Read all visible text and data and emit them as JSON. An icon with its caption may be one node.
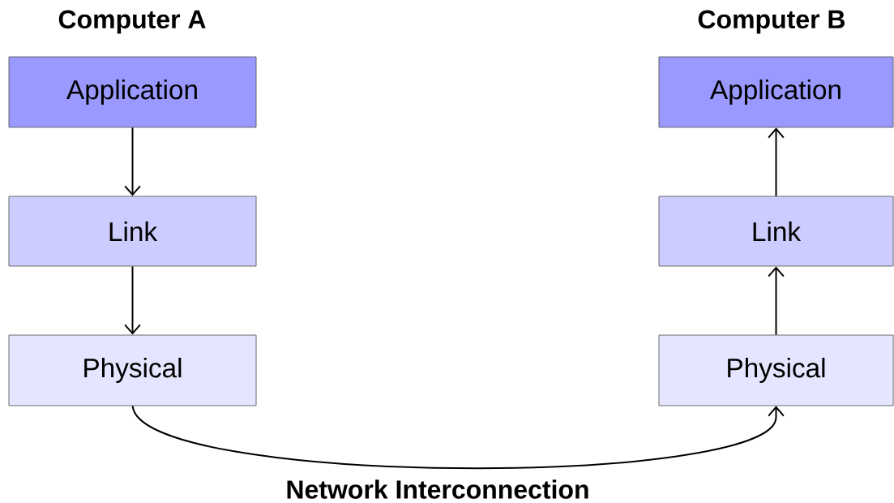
{
  "diagram": {
    "nodes": [
      {
        "text": [
          "Application"
        ]
      },
      {
        "text": [
          "Link"
        ]
      },
      {
        "text": [
          "Physical"
        ]
      },
      {
        "text": [
          "Application"
        ]
      },
      {
        "text": [
          "Link"
        ]
      },
      {
        "text": [
          "Physical"
        ]
      }
    ],
    "edges": [
      {
        "from": 0,
        "to": 1,
        "arrow": "to"
      },
      {
        "from": 1,
        "to": 2,
        "arrow": "to"
      },
      {
        "from": 5,
        "to": 4,
        "arrow": "to"
      },
      {
        "from": 4,
        "to": 3,
        "arrow": "to"
      },
      {
        "from": 2,
        "to": 5,
        "arrow": "to",
        "label": "Network Interconnection"
      }
    ],
    "labels": [
      "Computer A",
      "Computer B"
    ]
  }
}
